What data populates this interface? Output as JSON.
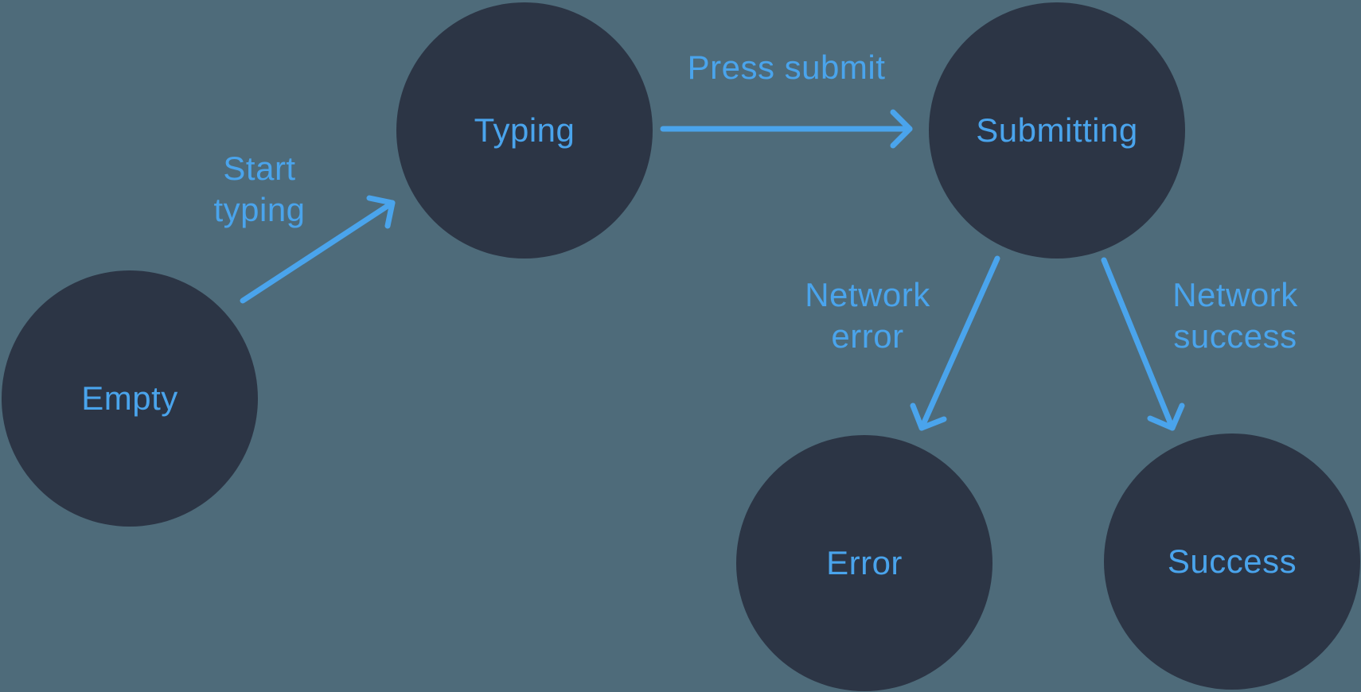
{
  "diagram_type": "state-machine",
  "colors": {
    "background": "#4e6b7a",
    "node": "#2c3545",
    "accent": "#4aa4ec"
  },
  "states": {
    "empty": {
      "label": "Empty"
    },
    "typing": {
      "label": "Typing"
    },
    "submitting": {
      "label": "Submitting"
    },
    "error": {
      "label": "Error"
    },
    "success": {
      "label": "Success"
    }
  },
  "transitions": {
    "start_typing": {
      "from": "Empty",
      "to": "Typing",
      "lines": [
        "Start",
        "typing"
      ]
    },
    "press_submit": {
      "from": "Typing",
      "to": "Submitting",
      "lines": [
        "Press submit"
      ]
    },
    "network_error": {
      "from": "Submitting",
      "to": "Error",
      "lines": [
        "Network",
        "error"
      ]
    },
    "network_success": {
      "from": "Submitting",
      "to": "Success",
      "lines": [
        "Network",
        "success"
      ]
    }
  }
}
